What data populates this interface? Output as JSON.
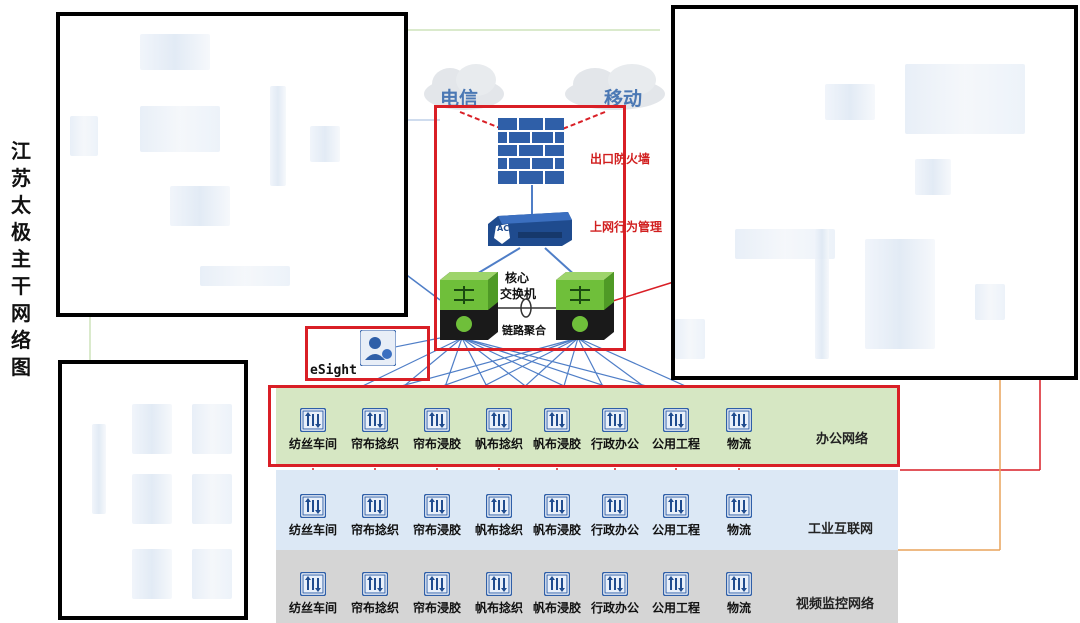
{
  "title": "江苏太极主干网络图",
  "isps": [
    "电信",
    "移动"
  ],
  "core": {
    "firewall_label": "出口防火墙",
    "behavior_label": "上网行为管理",
    "core_switch_label": [
      "核心",
      "交换机"
    ],
    "link_label": "链路聚合",
    "ac_badge": "AC"
  },
  "esight": {
    "label": "eSight"
  },
  "zones": [
    {
      "name": "办公网络",
      "color": "#d6e7c3",
      "nodes": [
        "纺丝车间",
        "帘布捻织",
        "帘布浸胶",
        "帆布捻织",
        "帆布浸胶",
        "行政办公",
        "公用工程",
        "物流"
      ]
    },
    {
      "name": "工业互联网",
      "color": "#dce8f5",
      "nodes": [
        "纺丝车间",
        "帘布捻织",
        "帘布浸胶",
        "帆布捻织",
        "帆布浸胶",
        "行政办公",
        "公用工程",
        "物流"
      ]
    },
    {
      "name": "视频监控网络",
      "color": "#d5d5d5",
      "nodes": [
        "纺丝车间",
        "帘布捻织",
        "帘布浸胶",
        "帆布捻织",
        "帆布浸胶",
        "行政办公",
        "公用工程",
        "物流"
      ]
    }
  ],
  "colors": {
    "red": "#d91f26",
    "link_blue": "#4f7ec7",
    "title": "#111111",
    "green_switch": "#6fbf3a"
  },
  "icons": [
    "firewall-icon",
    "ac-device-icon",
    "core-switch-icon",
    "esight-icon",
    "access-switch-icon",
    "cloud-icon"
  ]
}
